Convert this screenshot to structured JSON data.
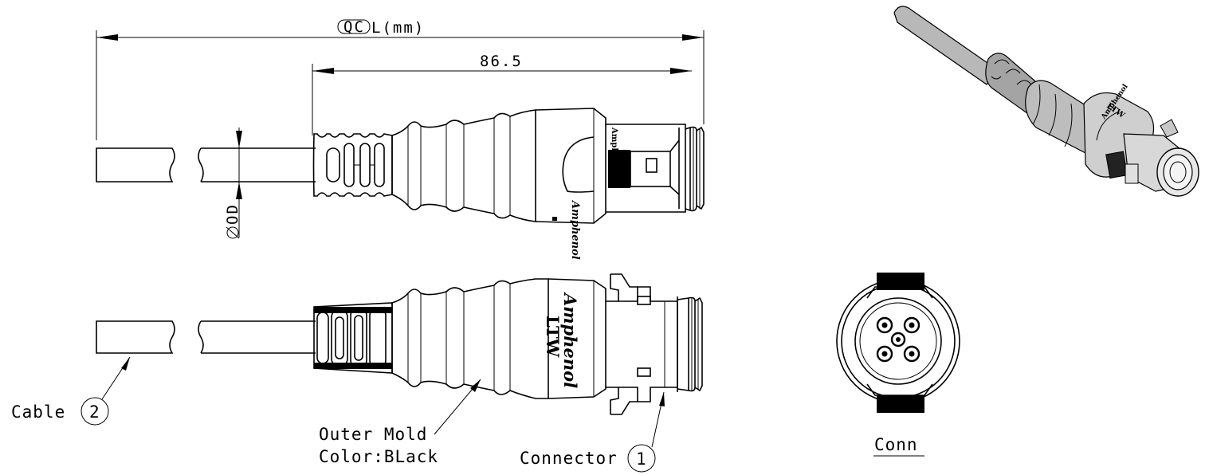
{
  "dimensions": {
    "overall_length_label": "L(mm)",
    "overall_length_badge": "QC",
    "connector_length": "86.5",
    "cable_od_label": "OD"
  },
  "callouts": {
    "cable_label": "Cable",
    "cable_number": "2",
    "outer_mold_line1": "Outer Mold",
    "outer_mold_line2": "Color:BLack",
    "connector_label": "Connector",
    "connector_number": "1",
    "end_view_label": "Conn"
  },
  "branding": {
    "maker": "Amphenol",
    "series": "LTW"
  }
}
